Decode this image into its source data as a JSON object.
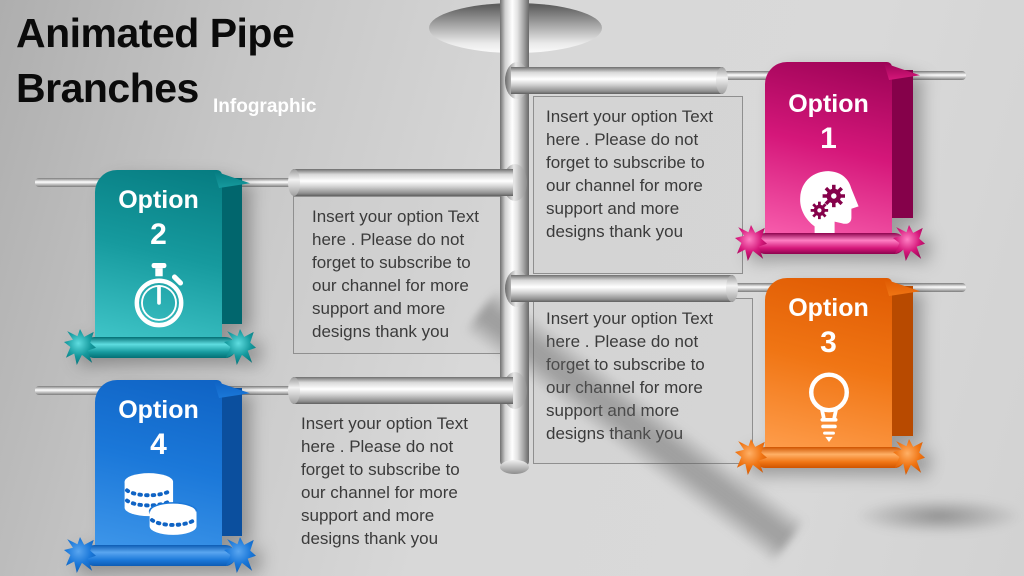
{
  "slide": {
    "title_line1": "Animated Pipe",
    "title_line2": "Branches",
    "subtitle": "Infographic"
  },
  "body_lines": [
    "Insert your option Text",
    "here . Please do not",
    "forget to subscribe to",
    "our channel for more",
    "support and more",
    "designs thank you"
  ],
  "options": [
    {
      "label": "Option",
      "number": "1",
      "icon": "head-gears-icon",
      "colors": {
        "top": "#9c0356",
        "mid": "#d5177a",
        "bottom": "#fa62b0",
        "fold": "#85014a",
        "rodhi": "#ff80c4",
        "rodlo": "#8d034e"
      }
    },
    {
      "label": "Option",
      "number": "2",
      "icon": "stopwatch-icon",
      "colors": {
        "top": "#067c81",
        "mid": "#169a9e",
        "bottom": "#41c6c9",
        "fold": "#01666d",
        "rodhi": "#5fdde0",
        "rodlo": "#036f74"
      }
    },
    {
      "label": "Option",
      "number": "3",
      "icon": "lightbulb-icon",
      "colors": {
        "top": "#df5a02",
        "mid": "#f07514",
        "bottom": "#ff9f4e",
        "fold": "#b84a00",
        "rodhi": "#ffb066",
        "rodlo": "#cf5400"
      }
    },
    {
      "label": "Option",
      "number": "4",
      "icon": "coins-icon",
      "colors": {
        "top": "#0f63c4",
        "mid": "#1b78d9",
        "bottom": "#3f97ea",
        "fold": "#0b4f9e",
        "rodhi": "#5aa6f0",
        "rodlo": "#0d5cb4"
      }
    }
  ],
  "style": {
    "background_left": "#aeaeae",
    "background_right": "#d9d9d9",
    "text_color": "#3b3b3b",
    "title_color": "#0b0b0b",
    "subtitle_color": "#ffffff"
  }
}
